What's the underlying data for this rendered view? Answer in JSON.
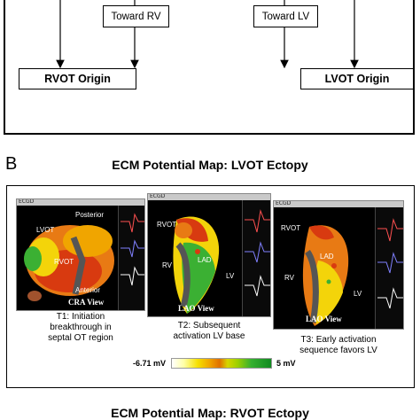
{
  "panel_a": {
    "box_toward_rv": "Toward RV",
    "box_toward_lv": "Toward LV",
    "box_rvot_origin": "RVOT Origin",
    "box_lvot_origin": "LVOT Origin"
  },
  "panel_b": {
    "letter": "B",
    "title": "ECM  Potential Map: LVOT Ectopy",
    "maps": [
      {
        "labels": {
          "posterior": "Posterior",
          "lvot": "LVOT",
          "rvot": "RVOT",
          "anterior": "Anterior"
        },
        "view": "CRA View",
        "caption_lines": [
          "T1: Initiation",
          "breakthrough in",
          "septal OT region"
        ]
      },
      {
        "labels": {
          "rvot": "RVOT",
          "rv": "RV",
          "lad": "LAD",
          "lv": "LV"
        },
        "view": "LAO View",
        "caption_lines": [
          "T2: Subsequent",
          "activation LV base"
        ]
      },
      {
        "labels": {
          "rvot": "RVOT",
          "lad": "LAD",
          "rv": "RV",
          "lv": "LV"
        },
        "view": "LAO View",
        "caption_lines": [
          "T3: Early activation",
          "sequence favors LV"
        ]
      }
    ],
    "scale_min": "-6.71  mV",
    "scale_max": "5 mV",
    "window_logo": "ECGD"
  },
  "next_section_title": "ECM  Potential Map: RVOT Ectopy",
  "colors": {
    "heart_orange": "#e87a14",
    "heart_red": "#d83a10",
    "heart_yellow": "#f3d40a",
    "heart_green": "#3bb033",
    "background_map": "#000000"
  }
}
